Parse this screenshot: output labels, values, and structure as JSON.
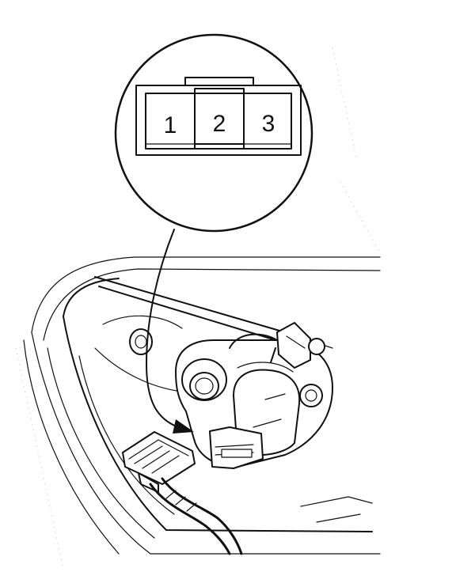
{
  "connector": {
    "pins": [
      {
        "label": "1"
      },
      {
        "label": "2"
      },
      {
        "label": "3"
      }
    ]
  },
  "colors": {
    "ink": "#111111",
    "background": "#ffffff"
  }
}
